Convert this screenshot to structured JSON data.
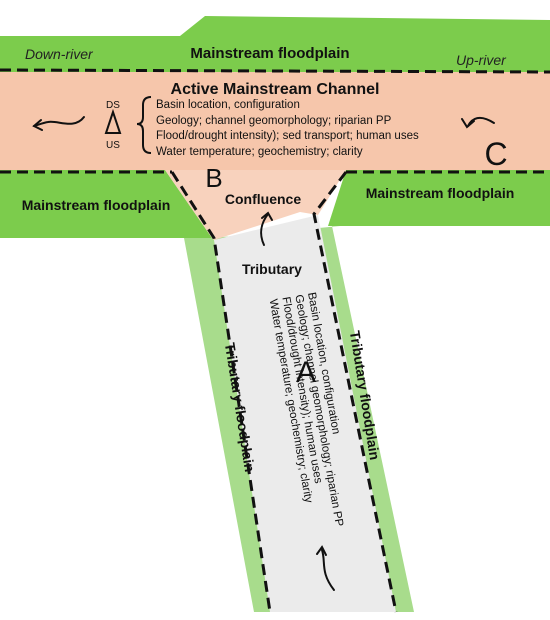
{
  "labels": {
    "down_river": "Down-river",
    "up_river": "Up-river",
    "mainstream_floodplain_top": "Mainstream floodplain",
    "mainstream_floodplain_left": "Mainstream floodplain",
    "mainstream_floodplain_right": "Mainstream floodplain",
    "active_channel": "Active Mainstream Channel",
    "confluence": "Confluence",
    "tributary": "Tributary",
    "tributary_floodplain_left": "Tributary floodplain",
    "tributary_floodplain_right": "Tributary floodplain",
    "zone_a": "A",
    "zone_b": "B",
    "zone_c": "C",
    "ds": "DS",
    "us": "US"
  },
  "main_factors": [
    "Basin location, configuration",
    "Geology; channel geomorphology; riparian PP",
    "Flood/drought intensity); sed transport; human uses",
    "Water temperature; geochemistry; clarity"
  ],
  "tributary_factors": [
    "Basin location, configuration",
    "Geology; channel geomorphology; riparian PP",
    "Flood/drought intensity); human uses",
    "Water temperature; geochemistry; clarity"
  ],
  "colors": {
    "floodplain": "#7ccc4c",
    "tributary_floodplain": "#a8dc8c",
    "channel": "#f6c6ab",
    "confluence": "#f8d2bd",
    "tributary": "#ebebeb",
    "line": "#111111"
  }
}
